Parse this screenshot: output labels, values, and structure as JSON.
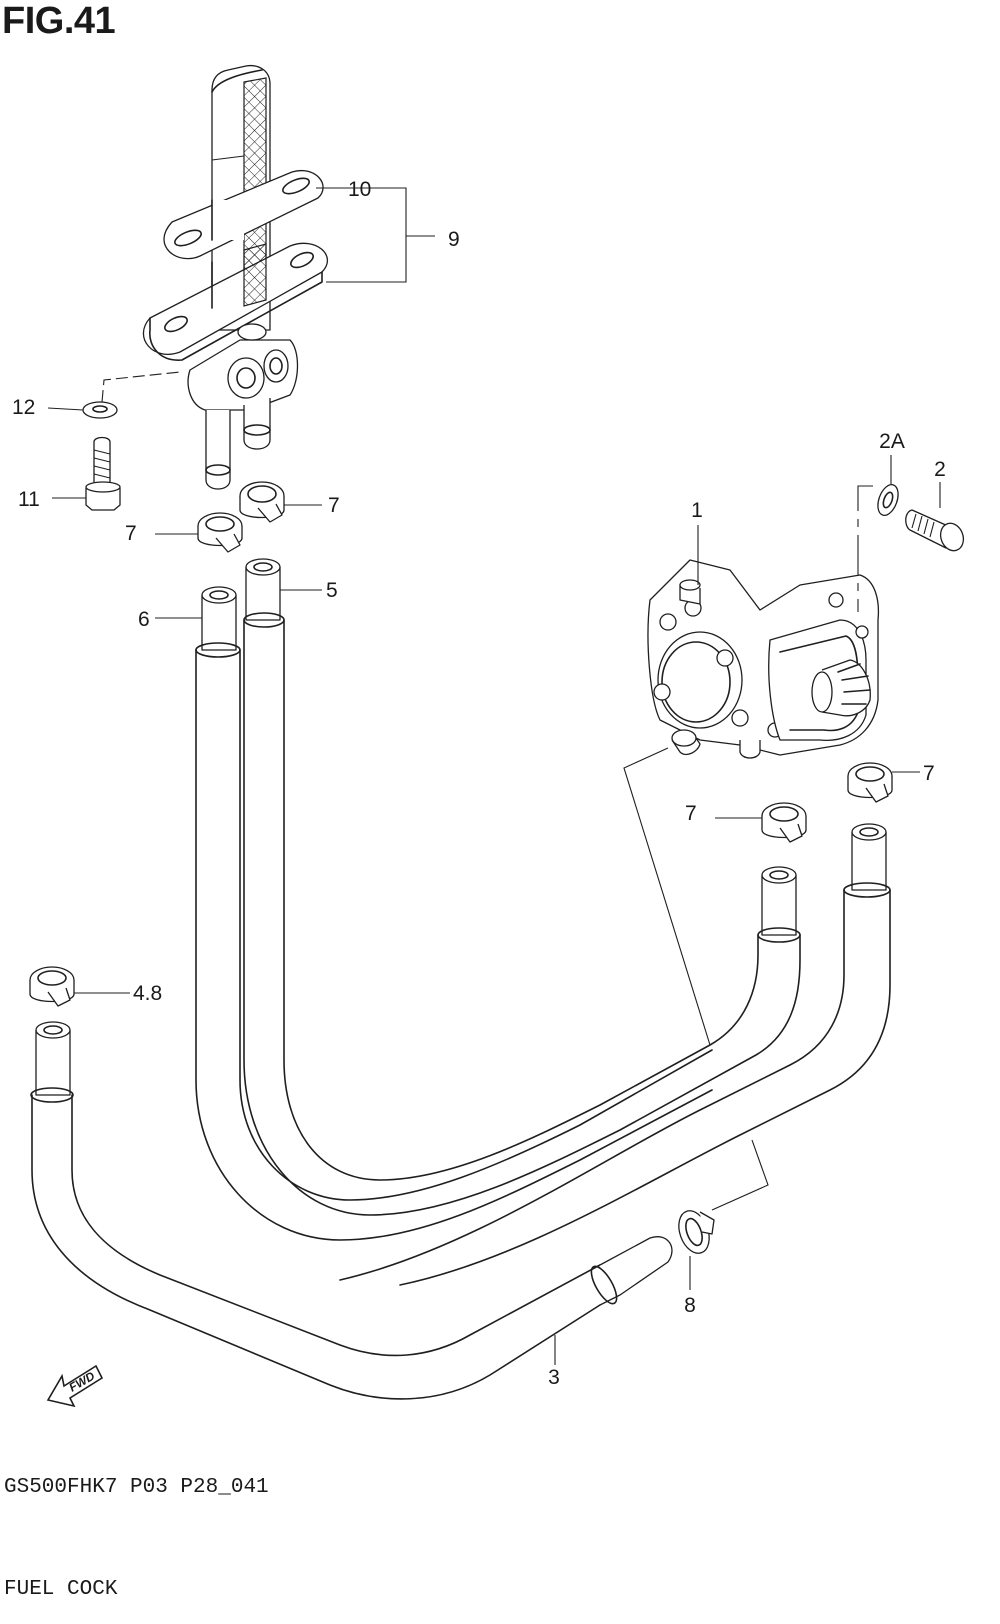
{
  "figure": {
    "title": "FIG.41",
    "code": "GS500FHK7 P03 P28_041",
    "name": "FUEL COCK",
    "fwd_label": "FWD"
  },
  "callouts": [
    {
      "id": "c1",
      "label": "1"
    },
    {
      "id": "c2",
      "label": "2"
    },
    {
      "id": "c2a",
      "label": "2A"
    },
    {
      "id": "c3",
      "label": "3"
    },
    {
      "id": "c48",
      "label": "4.8"
    },
    {
      "id": "c5",
      "label": "5"
    },
    {
      "id": "c6",
      "label": "6"
    },
    {
      "id": "c7a",
      "label": "7"
    },
    {
      "id": "c7b",
      "label": "7"
    },
    {
      "id": "c7c",
      "label": "7"
    },
    {
      "id": "c7d",
      "label": "7"
    },
    {
      "id": "c8",
      "label": "8"
    },
    {
      "id": "c9",
      "label": "9"
    },
    {
      "id": "c10",
      "label": "10"
    },
    {
      "id": "c11",
      "label": "11"
    },
    {
      "id": "c12",
      "label": "12"
    }
  ]
}
